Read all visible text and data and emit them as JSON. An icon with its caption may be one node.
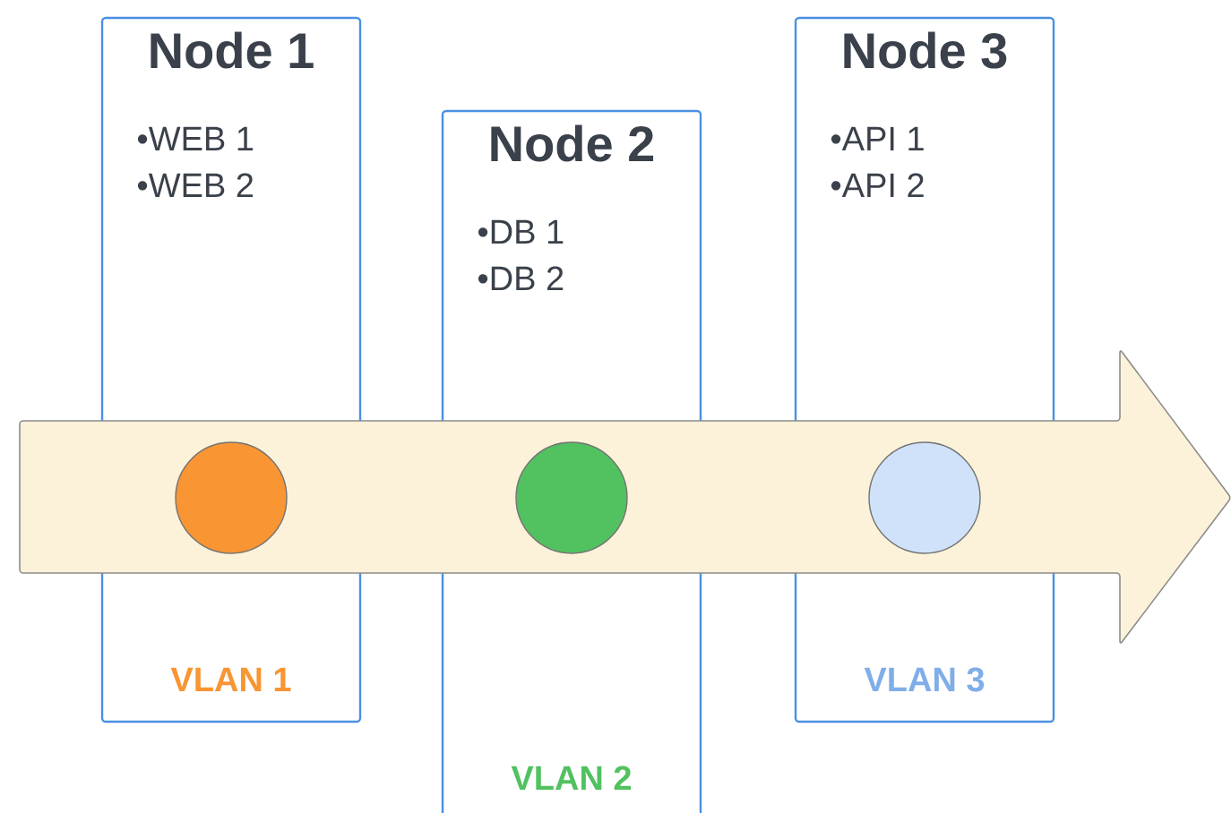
{
  "diagram": {
    "nodes": [
      {
        "text": [
          "Node 1",
          "•WEB 1",
          "•WEB 2",
          "VLAN 1"
        ]
      },
      {
        "text": [
          "Node 2",
          "•DB 1",
          "•DB 2",
          "VLAN 2"
        ]
      },
      {
        "text": [
          "Node 3",
          "•API 1",
          "•API 2",
          "VLAN 3"
        ]
      },
      {
        "text": [],
        "shape": "circle",
        "in": 0
      },
      {
        "text": [],
        "shape": "circle",
        "in": 1
      },
      {
        "text": [],
        "shape": "circle",
        "in": 2
      }
    ]
  }
}
